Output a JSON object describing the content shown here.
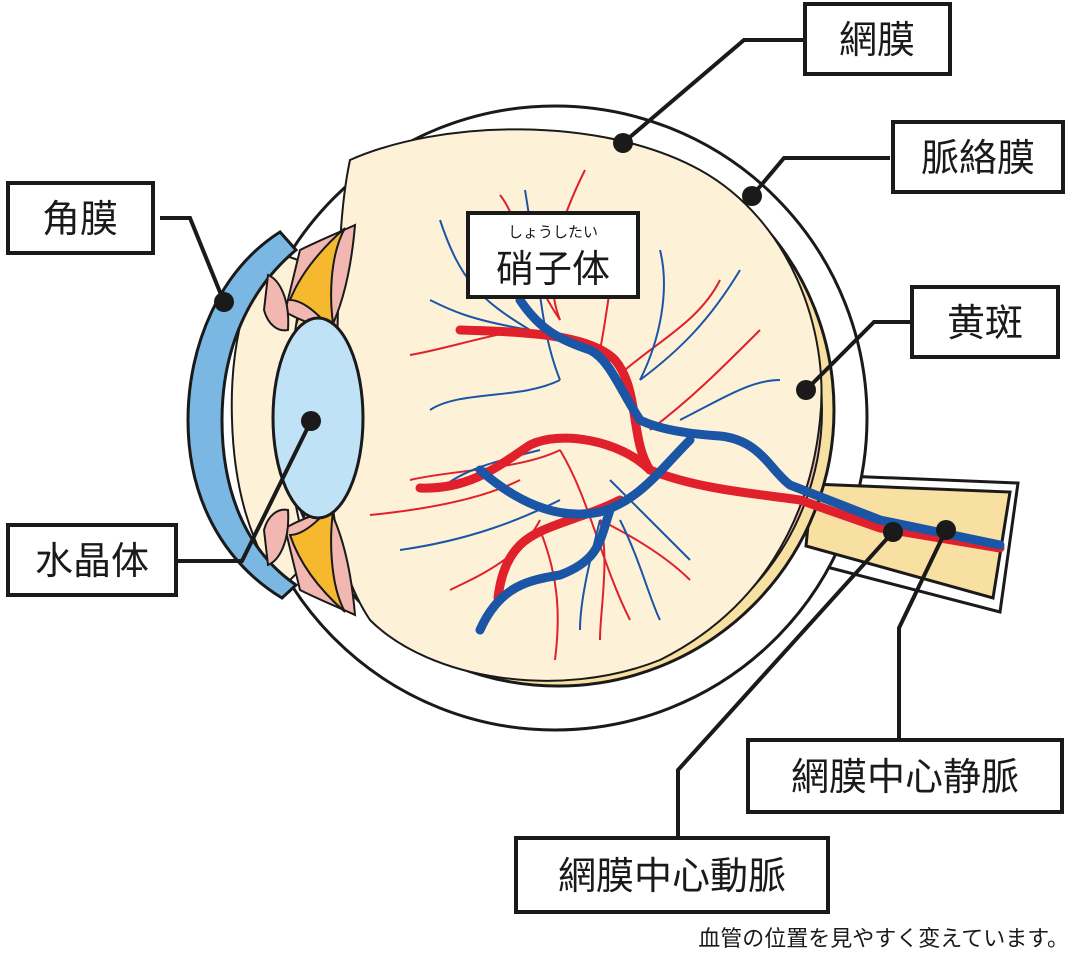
{
  "labels": {
    "retina": "網膜",
    "choroid": "脈絡膜",
    "cornea": "角膜",
    "vitreous_ruby": "しょうしたい",
    "vitreous": "硝子体",
    "macula": "黄斑",
    "lens": "水晶体",
    "central_vein": "網膜中心静脈",
    "central_artery": "網膜中心動脈"
  },
  "note": "血管の位置を見やすく変えています。",
  "colors": {
    "outline": "#1a1a1a",
    "sclera": "#ffffff",
    "retina_layer": "#f2b7b1",
    "choroid_layer": "#f8dfa2",
    "vitreous_fill": "#fdf2d8",
    "cornea": "#7ab8e3",
    "lens": "#bfe2f7",
    "ciliary": "#f5b82e",
    "artery": "#e0202a",
    "vein": "#1b55a6"
  }
}
